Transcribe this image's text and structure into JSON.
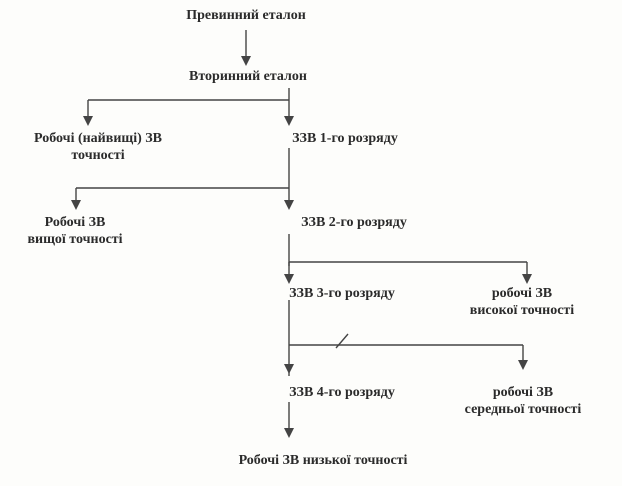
{
  "nodes": {
    "primary": "Превинний еталон",
    "secondary": "Вторинний еталон",
    "work_top_line1": "Робочі (найвищі) ЗВ",
    "work_top_line2": "точності",
    "zzv1": "ЗЗВ 1-го розряду",
    "work_high_line1": "Робочі ЗВ",
    "work_high_line2": "вищої точності",
    "zzv2": "ЗЗВ 2-го розряду",
    "zzv3": "ЗЗВ 3-го розряду",
    "work_hi_line1": "робочі ЗВ",
    "work_hi_line2": "високої точності",
    "zzv4": "ЗЗВ 4-го розряду",
    "work_mid_line1": "робочі ЗВ",
    "work_mid_line2": "середньої точності",
    "work_low": "Робочі ЗВ низької точності"
  },
  "colors": {
    "text": "#2b2b2b",
    "lines": "#444444",
    "background": "#fdfdfb"
  }
}
